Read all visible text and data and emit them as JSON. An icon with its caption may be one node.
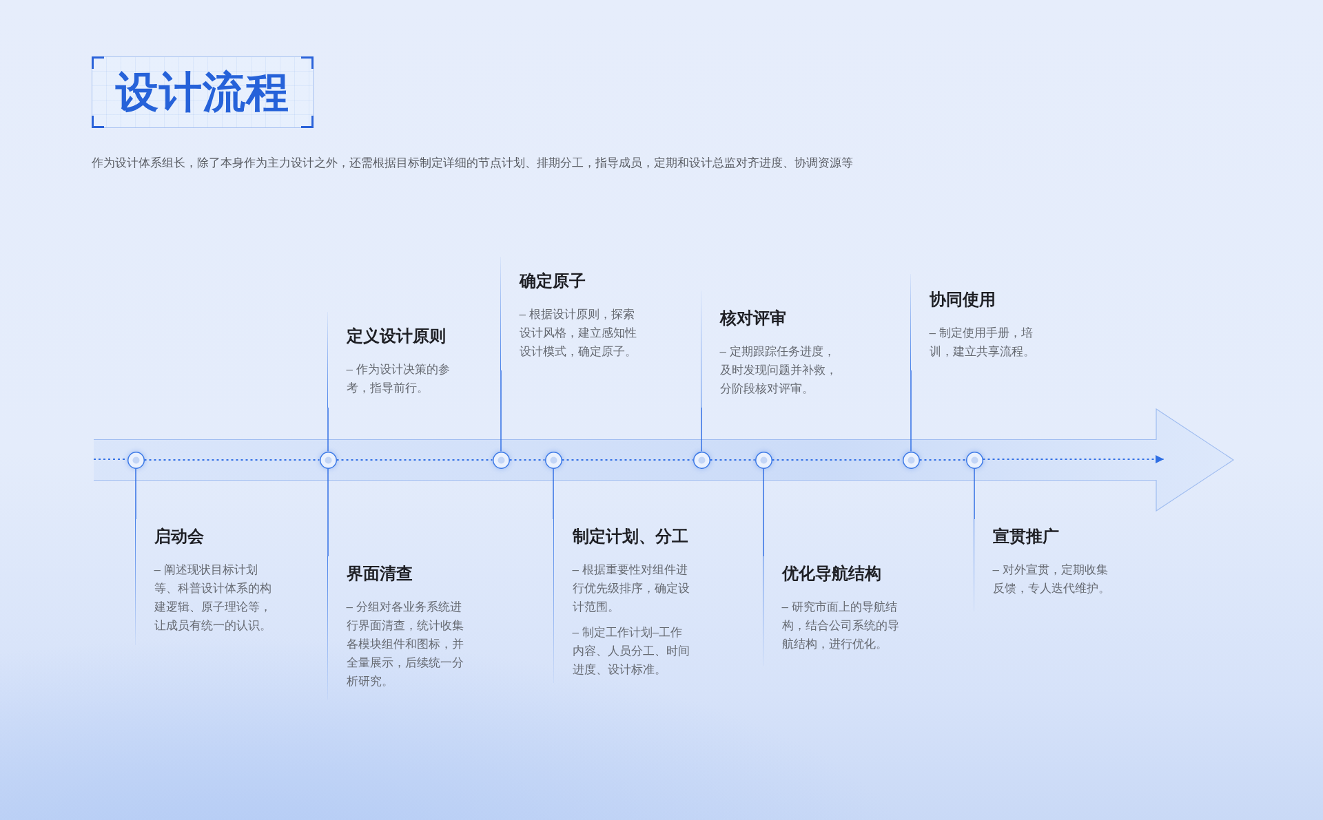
{
  "diagram": {
    "title": "设计流程",
    "nodes": [
      {
        "text": [
          "启动会",
          "– 阐述现状目标计划等、科普设计体系的构建逻辑、原子理论等，让成员有统一的认识。"
        ]
      },
      {
        "text": [
          "定义设计原则",
          "– 作为设计决策的参考，指导前行。"
        ]
      },
      {
        "text": [
          "界面清查",
          "– 分组对各业务系统进行界面清查，统计收集各模块组件和图标，并全量展示，后续统一分析研究。"
        ]
      },
      {
        "text": [
          "确定原子",
          "– 根据设计原则，探索设计风格，建立感知性设计模式，确定原子。"
        ]
      },
      {
        "text": [
          "制定计划、分工",
          "– 根据重要性对组件进行优先级排序，确定设计范围。",
          "– 制定工作计划–工作内容、人员分工、时间进度、设计标准。"
        ]
      },
      {
        "text": [
          "核对评审",
          "– 定期跟踪任务进度，及时发现问题并补救，分阶段核对评审。"
        ]
      },
      {
        "text": [
          "优化导航结构",
          "– 研究市面上的导航结构，结合公司系统的导航结构，进行优化。"
        ]
      },
      {
        "text": [
          "协同使用",
          "– 制定使用手册，培训，建立共享流程。"
        ]
      },
      {
        "text": [
          "宣贯推广",
          "– 对外宣贯，定期收集反馈，专人迭代维护。"
        ]
      },
      {
        "text": [],
        "shape": "arrow"
      },
      {
        "text": [],
        "shape": "circle",
        "in": 9
      },
      {
        "text": [],
        "shape": "circle",
        "in": 9
      },
      {
        "text": [],
        "shape": "circle",
        "in": 9
      },
      {
        "text": [],
        "shape": "circle",
        "in": 9
      },
      {
        "text": [],
        "shape": "circle",
        "in": 9
      },
      {
        "text": [],
        "shape": "circle",
        "in": 9
      },
      {
        "text": [],
        "shape": "circle",
        "in": 9
      },
      {
        "text": [],
        "shape": "circle",
        "in": 9
      }
    ],
    "edges": [
      {
        "from": 0,
        "to": 10,
        "arrow": "none"
      },
      {
        "from": 1,
        "to": 11,
        "arrow": "none"
      },
      {
        "from": 2,
        "to": 11,
        "arrow": "none"
      },
      {
        "from": 3,
        "to": 12,
        "arrow": "none"
      },
      {
        "from": 4,
        "to": 13,
        "arrow": "none"
      },
      {
        "from": 5,
        "to": 14,
        "arrow": "none"
      },
      {
        "from": 6,
        "to": 15,
        "arrow": "none"
      },
      {
        "from": 7,
        "to": 16,
        "arrow": "none"
      },
      {
        "from": 8,
        "to": 17,
        "arrow": "none"
      },
      {
        "from": null,
        "to": 10,
        "arrow": "none",
        "style": "dashed"
      },
      {
        "from": 10,
        "to": 11,
        "arrow": "none",
        "style": "dashed"
      },
      {
        "from": 11,
        "to": 12,
        "arrow": "none",
        "style": "dashed"
      },
      {
        "from": 12,
        "to": 13,
        "arrow": "none",
        "style": "dashed"
      },
      {
        "from": 13,
        "to": 14,
        "arrow": "none",
        "style": "dashed"
      },
      {
        "from": 14,
        "to": 15,
        "arrow": "none",
        "style": "dashed"
      },
      {
        "from": 15,
        "to": 16,
        "arrow": "none",
        "style": "dashed"
      },
      {
        "from": 16,
        "to": 17,
        "arrow": "none",
        "style": "dashed"
      },
      {
        "from": 17,
        "to": null,
        "arrow": "to",
        "style": "dashed"
      }
    ],
    "labels": [
      "作为设计体系组长，除了本身作为主力设计之外，还需根据目标制定详细的节点计划、排期分工，指导成员，定期和设计总监对齐进度、协调资源等"
    ]
  }
}
